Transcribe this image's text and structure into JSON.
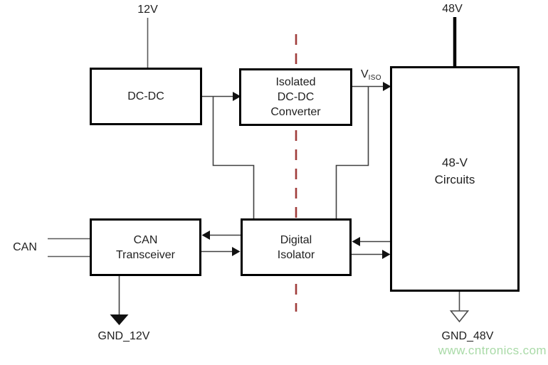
{
  "blocks": {
    "dc_dc": {
      "label": "DC-DC"
    },
    "isolated_dc_dc": {
      "label": "Isolated\nDC-DC\nConverter"
    },
    "can_transceiver": {
      "label": "CAN\nTransceiver"
    },
    "digital_isolator": {
      "label": "Digital\nIsolator"
    },
    "circuits_48v": {
      "label": "48-V\nCircuits"
    }
  },
  "labels": {
    "supply_12v": "12V",
    "supply_48v": "48V",
    "can_bus": "CAN",
    "gnd_12v": "GND_12V",
    "gnd_48v": "GND_48V",
    "viso_main": "V",
    "viso_sub": "ISO"
  },
  "watermark": {
    "text": "www.cntronics.com",
    "color": "#A9DAA7"
  },
  "colors": {
    "isolation_barrier": "#A03C3A",
    "connector_dark": "#404040",
    "stub_gray": "#595959",
    "arrow_black": "#111111",
    "box_border": "#000000",
    "text": "#1F1F1F",
    "background": "#FFFFFF"
  }
}
